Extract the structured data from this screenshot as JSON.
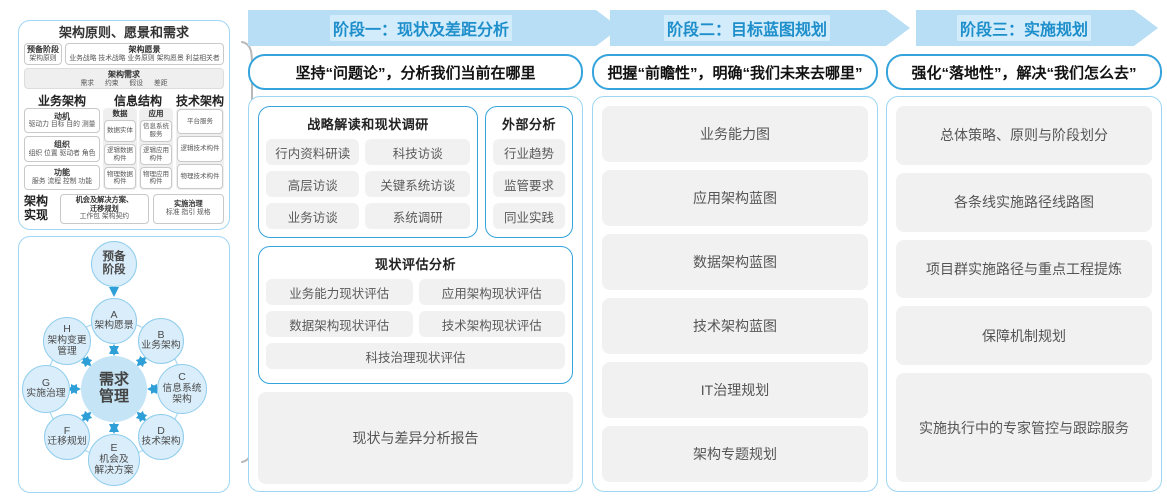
{
  "colors": {
    "band_bg": "#b7def4",
    "band_text": "#1e8fcb",
    "blue_border": "#35a3dc",
    "panel_border": "#9ed6f2",
    "gray_box": "#f1f1f1",
    "arrow_blue": "#2f9fd8",
    "circle_fill": "#d9edfa",
    "circle_stroke": "#8fcdec",
    "center_fill": "#c5e4f6"
  },
  "left_panel": {
    "title": "架构原则、愿景和需求",
    "prep": {
      "title": "预备阶段",
      "sub": "架构原则"
    },
    "vision": {
      "title": "架构愿景",
      "sub": "业务战略 技术战略 业务原则 架构愿景 利益相关者"
    },
    "requirements": {
      "title": "架构需求",
      "sub": "需求 约束 假设 差距"
    },
    "business": {
      "title": "业务架构",
      "groups": [
        {
          "t": "动机",
          "s": "驱动力 目标 目的 测量"
        },
        {
          "t": "组织",
          "s": "组织 位置 驱动者 角色"
        },
        {
          "t": "功能",
          "s": "服务 流程 控制 功能"
        }
      ]
    },
    "information": {
      "title": "信息结构",
      "columns": [
        {
          "t": "数据",
          "items": [
            "数据实体",
            "逻辑数据构件",
            "物理数据构件"
          ]
        },
        {
          "t": "应用",
          "items": [
            "信息系统服务",
            "逻辑应用构件",
            "物理应用构件"
          ]
        }
      ]
    },
    "technology": {
      "title": "技术架构",
      "items": [
        "平台服务",
        "逻辑技术构件",
        "物理技术构件"
      ]
    },
    "realization": {
      "label": "架构\n实现",
      "solution": {
        "t": "机会及解决方案、\n迁移规划",
        "s": "工作包  架构契约"
      },
      "governance": {
        "t": "实施治理",
        "s": "标准 指引 规格"
      }
    }
  },
  "cycle": {
    "prep": "预备\n阶段",
    "center": "需求\n管理",
    "nodes": [
      {
        "letter": "A",
        "label": "架构愿景"
      },
      {
        "letter": "B",
        "label": "业务架构"
      },
      {
        "letter": "C",
        "label": "信息系统\n架构"
      },
      {
        "letter": "D",
        "label": "技术架构"
      },
      {
        "letter": "E",
        "label": "机会及\n解决方案"
      },
      {
        "letter": "F",
        "label": "迁移规划"
      },
      {
        "letter": "G",
        "label": "实施治理"
      },
      {
        "letter": "H",
        "label": "架构变更\n管理"
      }
    ]
  },
  "phases": [
    {
      "header": "阶段一：现状及差距分析",
      "subtitle": "坚持“问题论”，分析我们当前在哪里",
      "survey": {
        "title": "战略解读和现状调研",
        "items": [
          "行内资料研读",
          "科技访谈",
          "高层访谈",
          "关键系统访谈",
          "业务访谈",
          "系统调研"
        ]
      },
      "external": {
        "title": "外部分析",
        "items": [
          "行业趋势",
          "监管要求",
          "同业实践"
        ]
      },
      "assessment": {
        "title": "现状评估分析",
        "items": [
          "业务能力现状评估",
          "应用架构现状评估",
          "数据架构现状评估",
          "技术架构现状评估",
          "科技治理现状评估"
        ]
      },
      "report": "现状与差异分析报告"
    },
    {
      "header": "阶段二：目标蓝图规划",
      "subtitle": "把握“前瞻性”，明确“我们未来去哪里”",
      "items": [
        "业务能力图",
        "应用架构蓝图",
        "数据架构蓝图",
        "技术架构蓝图",
        "IT治理规划",
        "架构专题规划"
      ]
    },
    {
      "header": "阶段三：实施规划",
      "subtitle": "强化“落地性”，解决“我们怎么去”",
      "items": [
        "总体策略、原则与阶段划分",
        "各条线实施路径线路图",
        "项目群实施路径与重点工程提炼",
        "保障机制规划",
        "实施执行中的专家管控与跟踪服务"
      ]
    }
  ]
}
